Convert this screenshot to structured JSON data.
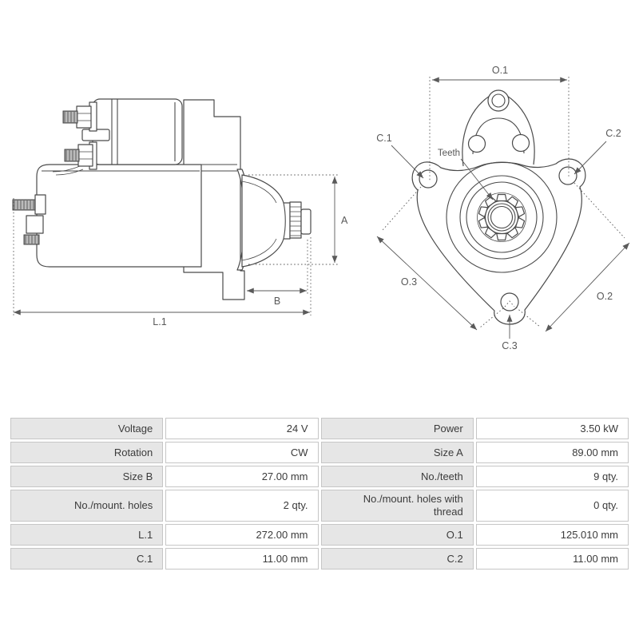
{
  "drawing": {
    "side_view": {
      "dim_a": "A",
      "dim_b": "B",
      "dim_l1": "L.1"
    },
    "front_view": {
      "dim_o1": "O.1",
      "dim_o2": "O.2",
      "dim_o3": "O.3",
      "dim_c1": "C.1",
      "dim_c2": "C.2",
      "dim_c3": "C.3",
      "teeth_label": "Teeth"
    }
  },
  "spec_table": {
    "rows": [
      [
        "Voltage",
        "24 V",
        "Power",
        "3.50 kW"
      ],
      [
        "Rotation",
        "CW",
        "Size A",
        "89.00 mm"
      ],
      [
        "Size B",
        "27.00 mm",
        "No./teeth",
        "9 qty."
      ],
      [
        "No./mount. holes",
        "2 qty.",
        "No./mount. holes with thread",
        "0 qty."
      ],
      [
        "L.1",
        "272.00 mm",
        "O.1",
        "125.010 mm"
      ],
      [
        "C.1",
        "11.00 mm",
        "C.2",
        "11.00 mm"
      ]
    ]
  },
  "colors": {
    "outline": "#4a4a4a",
    "dimension": "#5a5a5a",
    "table_label_bg": "#e6e6e6",
    "table_border": "#c6c6c6"
  }
}
